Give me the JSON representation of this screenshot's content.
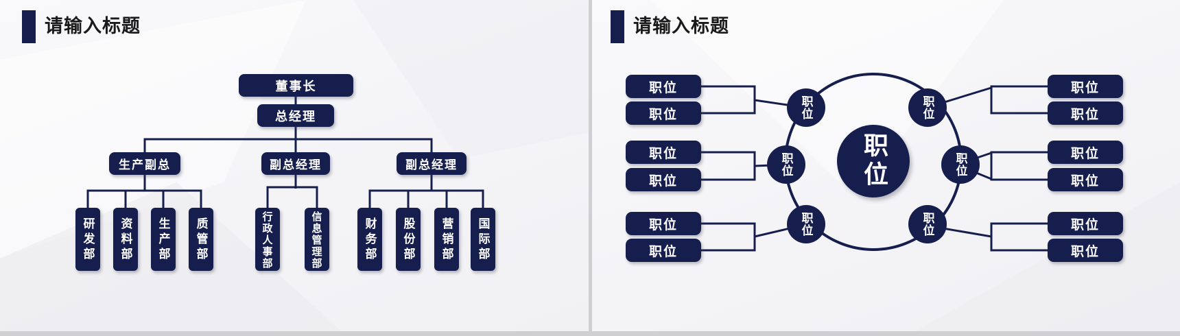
{
  "colors": {
    "navy": "#161e4e",
    "title_text": "#1a1a1a",
    "slide_bg": "#f6f6f8",
    "chrome_gray": "#cfcfd2",
    "white": "#ffffff"
  },
  "left_slide": {
    "title": "请输入标题",
    "org_chart": {
      "root": {
        "label": "董事长"
      },
      "manager": {
        "label": "总经理"
      },
      "branches": [
        {
          "label": "生产副总",
          "departments": [
            {
              "label": "研发部"
            },
            {
              "label": "资料部"
            },
            {
              "label": "生产部"
            },
            {
              "label": "质管部"
            }
          ]
        },
        {
          "label": "副总经理",
          "departments": [
            {
              "label": "行政人事部"
            },
            {
              "label": "信息管理部"
            }
          ]
        },
        {
          "label": "副总经理",
          "departments": [
            {
              "label": "财务部"
            },
            {
              "label": "股份部"
            },
            {
              "label": "营销部"
            },
            {
              "label": "国际部"
            }
          ]
        }
      ]
    }
  },
  "right_slide": {
    "title": "请输入标题",
    "radial_chart": {
      "center_label": "职位",
      "ring_nodes": [
        {
          "position": "top-left",
          "label": "职位"
        },
        {
          "position": "middle-left",
          "label": "职位"
        },
        {
          "position": "bottom-left",
          "label": "职位"
        },
        {
          "position": "top-right",
          "label": "职位"
        },
        {
          "position": "middle-right",
          "label": "职位"
        },
        {
          "position": "bottom-right",
          "label": "职位"
        }
      ],
      "satellites": {
        "left": [
          {
            "label": "职位"
          },
          {
            "label": "职位"
          },
          {
            "label": "职位"
          },
          {
            "label": "职位"
          },
          {
            "label": "职位"
          },
          {
            "label": "职位"
          }
        ],
        "right": [
          {
            "label": "职位"
          },
          {
            "label": "职位"
          },
          {
            "label": "职位"
          },
          {
            "label": "职位"
          },
          {
            "label": "职位"
          },
          {
            "label": "职位"
          }
        ]
      }
    }
  }
}
